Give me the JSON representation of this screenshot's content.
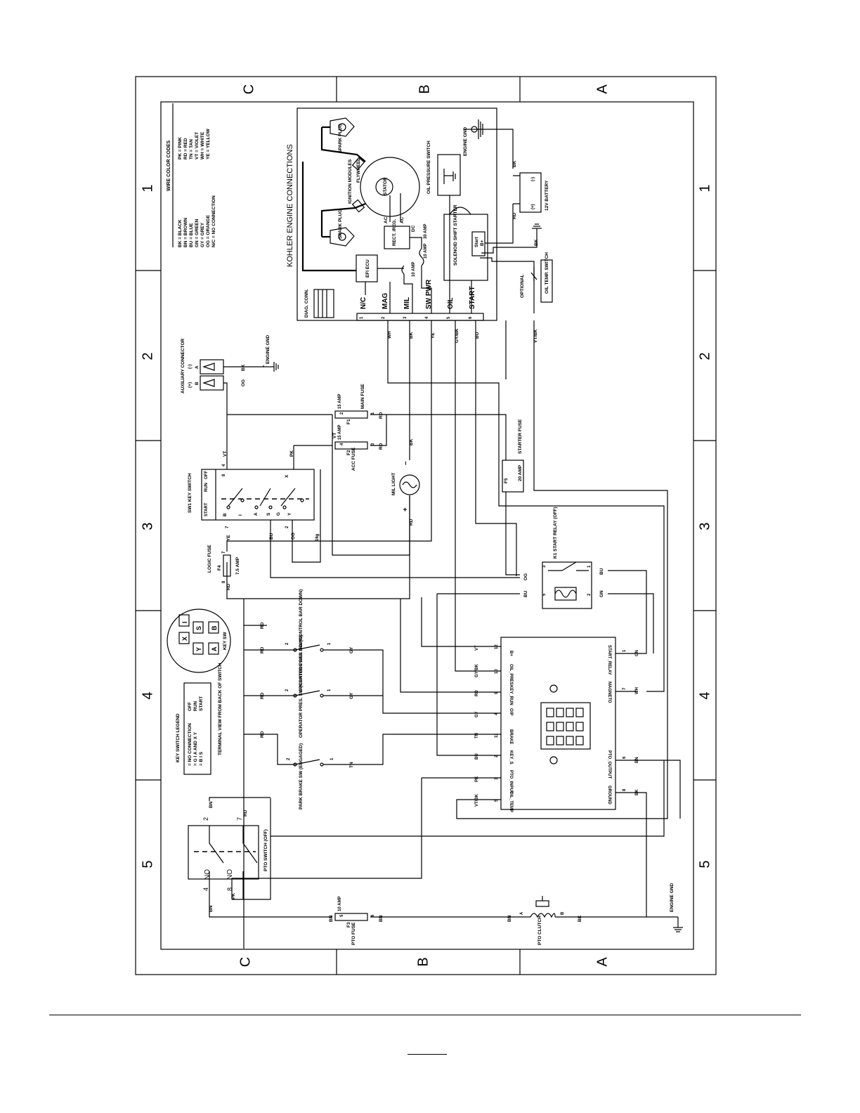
{
  "border": {
    "cols": [
      "C",
      "B",
      "A"
    ],
    "rows": [
      "1",
      "2",
      "3",
      "4",
      "5"
    ]
  },
  "wire_codes": {
    "title": "WIRE COLOR CODES",
    "left": [
      "BK = BLACK",
      "BN = BROWN",
      "BU = BLUE",
      "GN = GREEN",
      "GY = GREY",
      "OG = ORANGE",
      "N/C = NO CONNECTION"
    ],
    "right": [
      "PK = PINK",
      "RD = RED",
      "TN = TAN",
      "VT = VIOLET",
      "WH = WHITE",
      "YE = YELLOW"
    ]
  },
  "engine": {
    "title": "KOHLER ENGINE CONNECTIONS",
    "spark_plug": "SPARK PLUG",
    "ignition_modules": "IGNITION MODULES",
    "flywheel": "FLYWHEEL",
    "stator": "STATOR",
    "ac": "AC",
    "dc": "DC",
    "rect": "RECT. /REG.",
    "fuse30": "30 AMP",
    "fuse10": "10 AMP",
    "efi": "EFI ECU",
    "diag": "DIAG. CONN.",
    "oil_sw": "OIL PRESSURE SWITCH",
    "solenoid": "SOLENOID SHIFT STARTER",
    "start": "Start",
    "bplus": "B+",
    "engine_gnd": "ENGINE GND",
    "battery": "12V BATTERY",
    "opt": "OPTIONAL",
    "oil_temp": "OIL TEMP. SWITCH",
    "connector": [
      {
        "pin": "1",
        "label": "N/C"
      },
      {
        "pin": "2",
        "label": "MAG"
      },
      {
        "pin": "3",
        "label": "MIL"
      },
      {
        "pin": "4",
        "label": "SW PWR"
      },
      {
        "pin": "5",
        "label": "OIL"
      },
      {
        "pin": "6",
        "label": "START"
      }
    ]
  },
  "wires": {
    "WH": "WH",
    "BK": "BK",
    "YE": "YE",
    "GYBK": "GY/BK",
    "BU": "BU",
    "VTBK": "VT/BK",
    "RD": "RD",
    "OG": "OG",
    "VT": "VT",
    "PK": "PK",
    "GN": "GN",
    "GY": "GY",
    "TN": "TN",
    "BN": "BN"
  },
  "aux": {
    "label": "AUXILIARY CONNECTOR",
    "plus": "(+)",
    "minus": "(-)",
    "a": "A",
    "b": "B",
    "gnd": "ENGINE GND"
  },
  "fuses": {
    "main": {
      "name": "MAIN FUSE",
      "rating": "15 AMP",
      "id": "F1",
      "p1": "1",
      "p2": "2"
    },
    "acc": {
      "name": "ACC FUSE",
      "rating": "15 AMP",
      "id": "F2",
      "p3": "3",
      "p4": "4"
    },
    "starter": {
      "name": "STARTER FUSE",
      "rating": "20 AMP",
      "id": "F5"
    },
    "logic": {
      "name": "LOGIC FUSE",
      "rating": "7.5 AMP",
      "id": "F4",
      "p7": "7",
      "p8": "8"
    },
    "pto": {
      "name": "PTO FUSE",
      "rating": "10 AMP",
      "id": "F3",
      "p5": "5",
      "p6": "6"
    }
  },
  "keysw": {
    "name": "SW1 KEY SWITCH",
    "positions": [
      "START",
      "RUN",
      "OFF"
    ],
    "terms": [
      "B",
      "I",
      "A",
      "S",
      "G",
      "Y",
      "X"
    ],
    "p4": "4",
    "p8": "8",
    "p2": "2",
    "p7": "7",
    "gauge": "16g"
  },
  "mil": {
    "label": "MIL LIGHT",
    "minus": "–",
    "plus": "+"
  },
  "relay": {
    "name": "K1 START RELAY (OFF)",
    "p1": "1",
    "p2": "2",
    "p3": "3",
    "p5": "5"
  },
  "keypad": {
    "title": "KEY SW",
    "keys": [
      "I",
      "X",
      "S",
      "Y",
      "B",
      "A"
    ]
  },
  "legend": {
    "title": "KEY SWITCH LEGEND",
    "rows": [
      {
        "c1": "= NO CONNECTION",
        "c2": "OFF"
      },
      {
        "c1": "= G I A AND X Y",
        "c2": "RUN"
      },
      {
        "c1": "= B I S",
        "c2": "START"
      }
    ],
    "note": "TERMINAL VIEW FROM BACK OF SWITCH"
  },
  "switches": {
    "op1": "OPERATOR PRES. SW (CONTROL BAR DOWN)",
    "op2": "OPERATOR PRES. SW (CONTROL BAR DOWN)",
    "park": "PARK BRAKE SW (ENGAGED)",
    "pto": "PTO SWITCH (OFF)",
    "no": "NO"
  },
  "controller": {
    "left_pins": [
      {
        "name": "B+",
        "num": "12",
        "wire": "VT"
      },
      {
        "name": "OIL_PRES",
        "num": "10",
        "wire": "GY/BK"
      },
      {
        "name": "KEY_RUN",
        "num": "9",
        "wire": "RD"
      },
      {
        "name": "O/P",
        "num": "4",
        "wire": "GY"
      },
      {
        "name": "BRAKE",
        "num": "11",
        "wire": "TN"
      },
      {
        "name": "KEY_S",
        "num": "2",
        "wire": "BU"
      },
      {
        "name": "PTO_INPUT",
        "num": "3",
        "wire": "PK"
      },
      {
        "name": "OIL_TEMP",
        "num": "5",
        "wire": "VT/BK"
      }
    ],
    "right_pins": [
      {
        "name": "START_RELAY",
        "num": "1",
        "wire": "GN"
      },
      {
        "name": "MAGNETO",
        "num": "7",
        "wire": "WH"
      },
      {
        "name": "PTO_OUTPUT",
        "num": "6",
        "wire": "BN"
      },
      {
        "name": "GROUND",
        "num": "8",
        "wire": "BK"
      }
    ]
  },
  "pto_clutch": {
    "label": "PTO CLUTCH",
    "a": "A",
    "b": "B"
  },
  "engine_gnd2": "ENGINE GND",
  "pin_nums": {
    "n1": "1",
    "n2": "2",
    "n3": "3",
    "n4": "4",
    "n5": "5",
    "n6": "6",
    "n7": "7",
    "n8": "8"
  }
}
